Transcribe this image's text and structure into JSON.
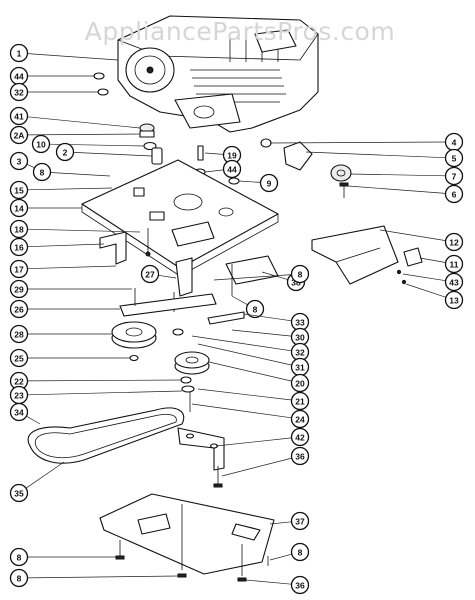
{
  "watermark": {
    "text": "AppliancePartsPros.com"
  },
  "callouts": [
    {
      "label": "1"
    },
    {
      "label": "44"
    },
    {
      "label": "32"
    },
    {
      "label": "41"
    },
    {
      "label": "2A"
    },
    {
      "label": "10"
    },
    {
      "label": "2"
    },
    {
      "label": "3"
    },
    {
      "label": "8"
    },
    {
      "label": "15"
    },
    {
      "label": "14"
    },
    {
      "label": "18"
    },
    {
      "label": "16"
    },
    {
      "label": "17"
    },
    {
      "label": "29"
    },
    {
      "label": "26"
    },
    {
      "label": "28"
    },
    {
      "label": "25"
    },
    {
      "label": "22"
    },
    {
      "label": "23"
    },
    {
      "label": "34"
    },
    {
      "label": "35"
    },
    {
      "label": "8"
    },
    {
      "label": "8"
    },
    {
      "label": "4"
    },
    {
      "label": "5"
    },
    {
      "label": "7"
    },
    {
      "label": "6"
    },
    {
      "label": "19"
    },
    {
      "label": "44"
    },
    {
      "label": "9"
    },
    {
      "label": "12"
    },
    {
      "label": "11"
    },
    {
      "label": "43"
    },
    {
      "label": "13"
    },
    {
      "label": "38"
    },
    {
      "label": "27"
    },
    {
      "label": "8"
    },
    {
      "label": "8"
    },
    {
      "label": "33"
    },
    {
      "label": "30"
    },
    {
      "label": "32"
    },
    {
      "label": "31"
    },
    {
      "label": "20"
    },
    {
      "label": "21"
    },
    {
      "label": "24"
    },
    {
      "label": "42"
    },
    {
      "label": "36"
    },
    {
      "label": "37"
    },
    {
      "label": "8"
    },
    {
      "label": "36"
    }
  ]
}
